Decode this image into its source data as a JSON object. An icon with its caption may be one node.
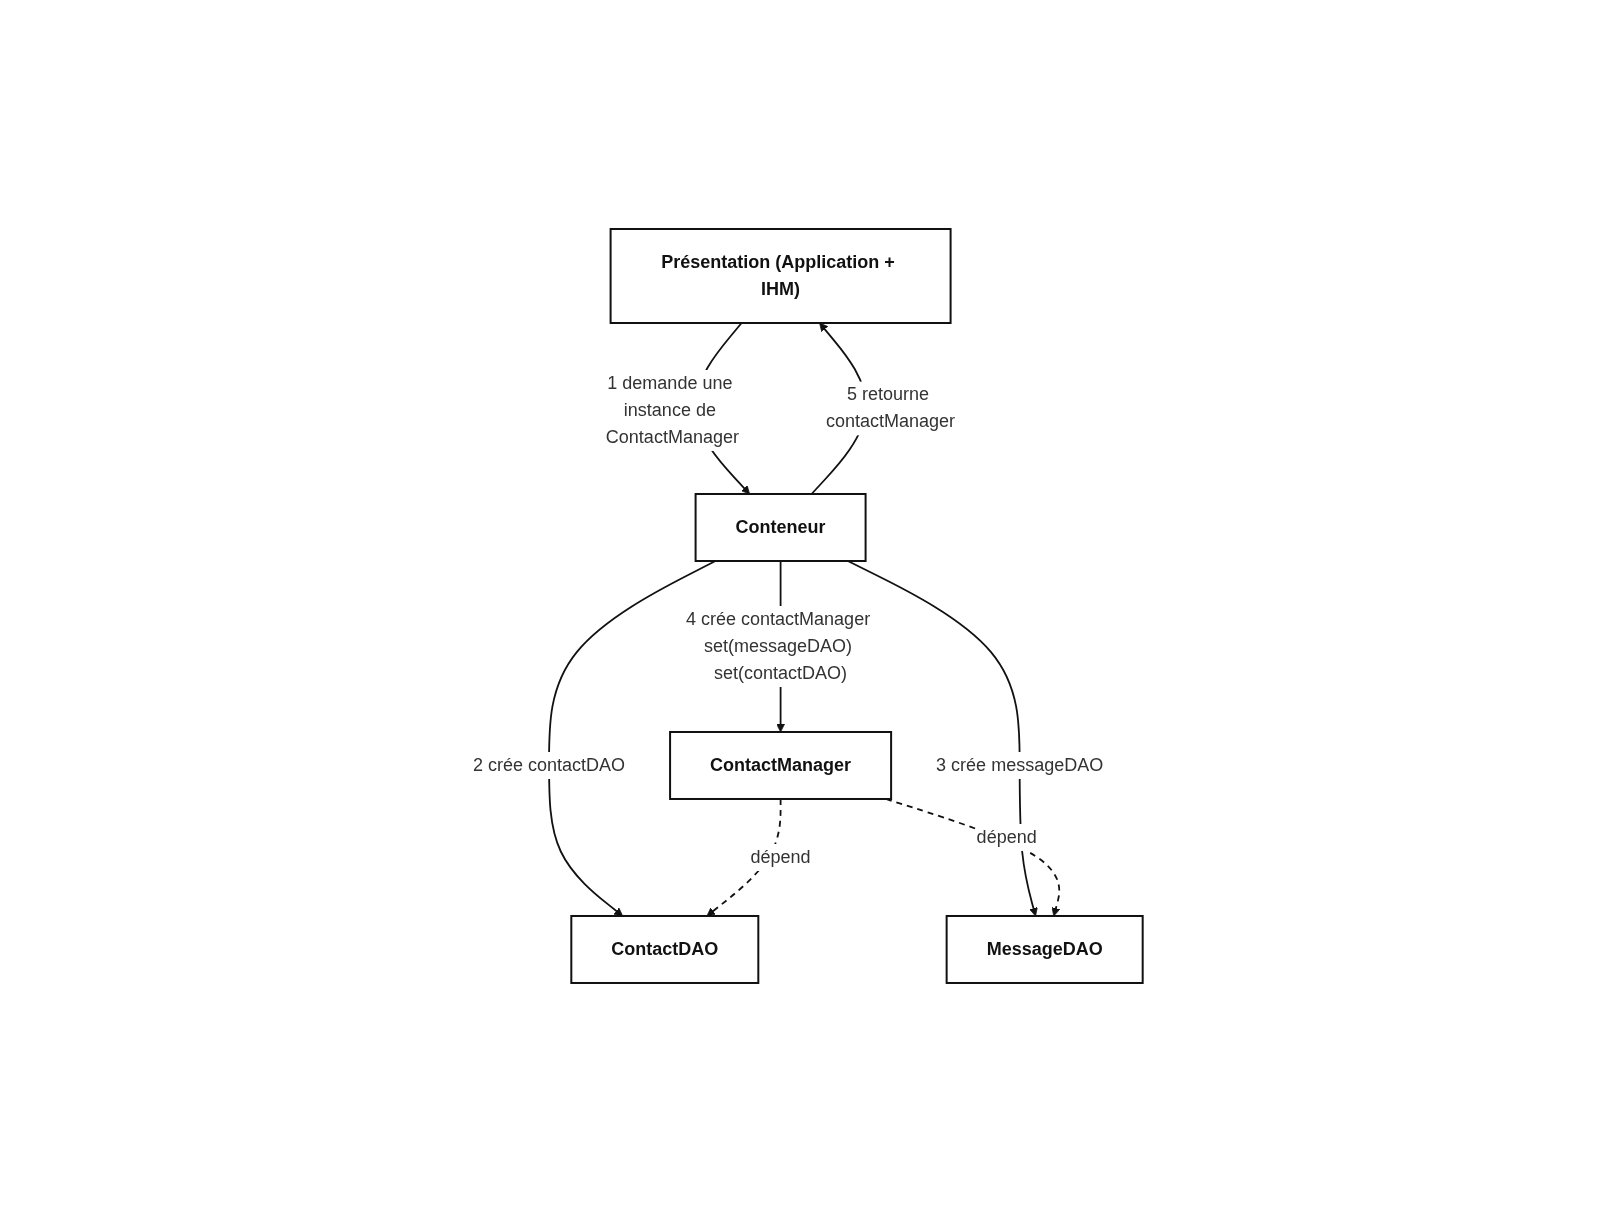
{
  "diagram": {
    "nodes": [
      {
        "text": [
          "Présentation (Application + IHM)"
        ]
      },
      {
        "text": [
          "Conteneur"
        ]
      },
      {
        "text": [
          "ContactManager"
        ]
      },
      {
        "text": [
          "MessageDAO"
        ]
      },
      {
        "text": [
          "ContactDAO"
        ]
      }
    ],
    "edges": [
      {
        "from": 0,
        "to": 1,
        "arrow": "to",
        "label": "1 demande une instance de ContactManager"
      },
      {
        "from": 1,
        "to": 4,
        "arrow": "to",
        "label": "2 crée contactDAO"
      },
      {
        "from": 1,
        "to": 3,
        "arrow": "to",
        "label": "3 crée messageDAO"
      },
      {
        "from": 1,
        "to": 2,
        "arrow": "to",
        "label": "4 crée contactManager set(messageDAO) set(contactDAO)"
      },
      {
        "from": 1,
        "to": 0,
        "arrow": "to",
        "label": "5 retourne contactManager"
      },
      {
        "from": 2,
        "to": 3,
        "arrow": "to",
        "label": "dépend",
        "style": "dashed"
      },
      {
        "from": 2,
        "to": 4,
        "arrow": "to",
        "label": "dépend",
        "style": "dashed"
      }
    ]
  }
}
